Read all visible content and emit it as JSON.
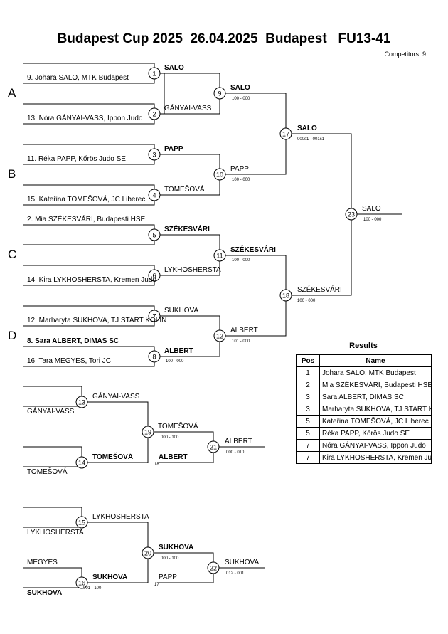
{
  "header": {
    "title": "Budapest Cup 2025  26.04.2025  Budapest   FU13-41",
    "competitors": "Competitors: 9"
  },
  "pools": [
    "A",
    "B",
    "C",
    "D"
  ],
  "entries": [
    {
      "text": "9. Johara SALO, MTK Budapest",
      "bold": false
    },
    {
      "text": "13. Nóra GÁNYAI-VASS, Ippon Judo",
      "bold": false
    },
    {
      "text": "11. Réka PAPP, Kőrös Judo SE",
      "bold": false
    },
    {
      "text": "15. Kateřina TOMEŠOVÁ, JC Liberec",
      "bold": false
    },
    {
      "text": "2. Mia SZÉKESVÁRI, Budapesti HSE",
      "bold": false
    },
    {
      "text": "14. Kira LYKHOSHERSTA, Kremen Judo",
      "bold": false
    },
    {
      "text": "12. Marharyta SUKHOVA, TJ START KOLIN",
      "bold": false
    },
    {
      "text": "8. Sara ALBERT, DIMAS SC",
      "bold": true
    },
    {
      "text": "16. Tara MEGYES, Tori JC",
      "bold": false
    }
  ],
  "labels": [
    {
      "text": "SALO",
      "bold": true
    },
    {
      "text": "GÁNYAI-VASS",
      "bold": false
    },
    {
      "text": "PAPP",
      "bold": true
    },
    {
      "text": "TOMEŠOVÁ",
      "bold": false
    },
    {
      "text": "SZÉKESVÁRI",
      "bold": true
    },
    {
      "text": "LYKHOSHERSTA",
      "bold": false
    },
    {
      "text": "SUKHOVA",
      "bold": false
    },
    {
      "text": "ALBERT",
      "bold": true
    },
    {
      "text": "SALO",
      "bold": true
    },
    {
      "text": "PAPP",
      "bold": false
    },
    {
      "text": "SZÉKESVÁRI",
      "bold": true
    },
    {
      "text": "ALBERT",
      "bold": false
    },
    {
      "text": "SALO",
      "bold": true
    },
    {
      "text": "SZÉKESVÁRI",
      "bold": false
    },
    {
      "text": "SALO",
      "bold": false
    },
    {
      "text": "GÁNYAI-VASS",
      "bold": false
    },
    {
      "text": "GÁNYAI-VASS",
      "bold": false
    },
    {
      "text": "TOMEŠOVÁ",
      "bold": false
    },
    {
      "text": "TOMEŠOVÁ",
      "bold": true
    },
    {
      "text": "TOMEŠOVÁ",
      "bold": false
    },
    {
      "text": "ALBERT",
      "bold": true
    },
    {
      "text": "ALBERT",
      "bold": false
    },
    {
      "text": "LYKHOSHERSTA",
      "bold": false
    },
    {
      "text": "LYKHOSHERSTA",
      "bold": false
    },
    {
      "text": "MEGYES",
      "bold": false
    },
    {
      "text": "SUKHOVA",
      "bold": true
    },
    {
      "text": "SUKHOVA",
      "bold": true
    },
    {
      "text": "SUKHOVA",
      "bold": true
    },
    {
      "text": "PAPP",
      "bold": false
    },
    {
      "text": "SUKHOVA",
      "bold": false
    }
  ],
  "scores": [
    "100 - 000",
    "100 - 000",
    "100 - 000",
    "101 - 000",
    "000s1 - 001s1",
    "100 - 000",
    "100 - 000",
    "100 - 000",
    "000 - 100",
    "000 - 010",
    "001 - 100",
    "000 - 100",
    "012 - 001",
    "18",
    "17"
  ],
  "matches": [
    "1",
    "2",
    "3",
    "4",
    "5",
    "6",
    "7",
    "8",
    "9",
    "10",
    "11",
    "12",
    "17",
    "18",
    "23",
    "13",
    "14",
    "19",
    "21",
    "15",
    "16",
    "20",
    "22"
  ],
  "results": {
    "title": "Results",
    "headers": {
      "pos": "Pos",
      "name": "Name"
    },
    "rows": [
      {
        "pos": "1",
        "name": "Johara SALO, MTK Budapest"
      },
      {
        "pos": "2",
        "name": "Mia SZÉKESVÁRI, Budapesti HSE"
      },
      {
        "pos": "3",
        "name": "Sara ALBERT, DIMAS SC"
      },
      {
        "pos": "3",
        "name": "Marharyta SUKHOVA, TJ START KOLIN"
      },
      {
        "pos": "5",
        "name": "Kateřina TOMEŠOVÁ, JC Liberec"
      },
      {
        "pos": "5",
        "name": "Réka PAPP, Kőrös Judo SE"
      },
      {
        "pos": "7",
        "name": "Nóra GÁNYAI-VASS, Ippon Judo"
      },
      {
        "pos": "7",
        "name": "Kira LYKHOSHERSTA, Kremen Judo"
      }
    ]
  }
}
